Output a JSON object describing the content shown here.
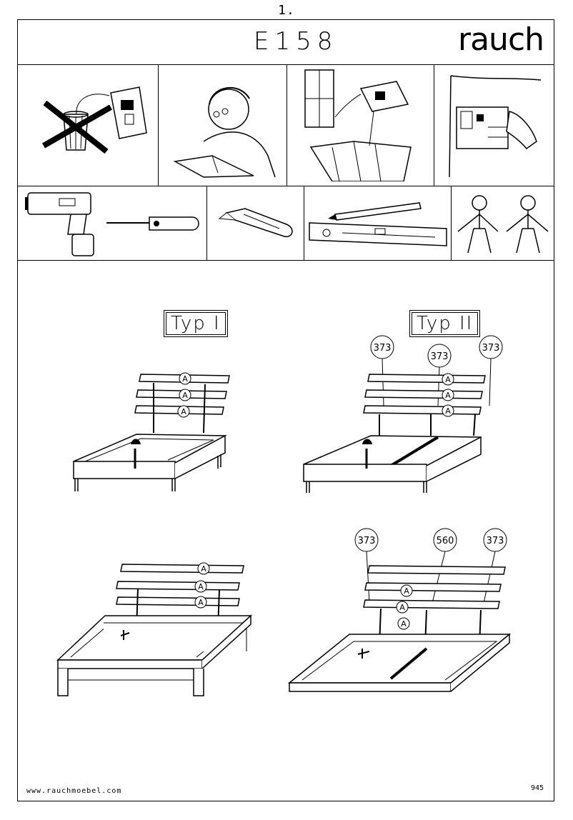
{
  "page": {
    "number": "1."
  },
  "header": {
    "model": "E158",
    "brand": "rauch"
  },
  "steps": {
    "icons": [
      "no-trash-icon",
      "read-manual-icon",
      "check-parts-icon",
      "reference-label-icon"
    ],
    "tools": [
      "cordless-drill-icon",
      "screwdriver-icon",
      "utility-knife-icon",
      "pencil-icon",
      "spirit-level-icon",
      "two-persons-icon"
    ]
  },
  "variants": {
    "typ1": {
      "label": "Typ I",
      "slat_label": "A"
    },
    "typ2": {
      "label": "Typ II",
      "slat_label": "A",
      "refs_top": [
        "373",
        "373",
        "373"
      ],
      "refs_bottom": [
        "373",
        "560",
        "373"
      ]
    }
  },
  "footer": {
    "website": "www.rauchmoebel.com",
    "code": "945"
  }
}
